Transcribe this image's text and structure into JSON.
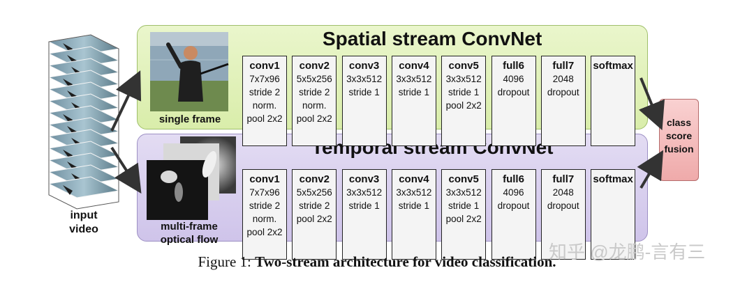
{
  "video": {
    "label_line1": "input",
    "label_line2": "video"
  },
  "spatial": {
    "title": "Spatial stream ConvNet",
    "caption": "single frame",
    "layers": [
      {
        "name": "conv1",
        "lines": [
          "7x7x96",
          "stride 2",
          "norm.",
          "pool 2x2"
        ]
      },
      {
        "name": "conv2",
        "lines": [
          "5x5x256",
          "stride 2",
          "norm.",
          "pool 2x2"
        ]
      },
      {
        "name": "conv3",
        "lines": [
          "3x3x512",
          "stride 1"
        ]
      },
      {
        "name": "conv4",
        "lines": [
          "3x3x512",
          "stride 1"
        ]
      },
      {
        "name": "conv5",
        "lines": [
          "3x3x512",
          "stride 1",
          "pool 2x2"
        ]
      },
      {
        "name": "full6",
        "lines": [
          "4096",
          "dropout"
        ]
      },
      {
        "name": "full7",
        "lines": [
          "2048",
          "dropout"
        ]
      },
      {
        "name": "softmax",
        "lines": []
      }
    ]
  },
  "temporal": {
    "title": "Temporal stream ConvNet",
    "caption_line1": "multi-frame",
    "caption_line2": "optical flow",
    "layers": [
      {
        "name": "conv1",
        "lines": [
          "7x7x96",
          "stride 2",
          "norm.",
          "pool 2x2"
        ]
      },
      {
        "name": "conv2",
        "lines": [
          "5x5x256",
          "stride 2",
          "pool 2x2"
        ]
      },
      {
        "name": "conv3",
        "lines": [
          "3x3x512",
          "stride 1"
        ]
      },
      {
        "name": "conv4",
        "lines": [
          "3x3x512",
          "stride 1"
        ]
      },
      {
        "name": "conv5",
        "lines": [
          "3x3x512",
          "stride 1",
          "pool 2x2"
        ]
      },
      {
        "name": "full6",
        "lines": [
          "4096",
          "dropout"
        ]
      },
      {
        "name": "full7",
        "lines": [
          "2048",
          "dropout"
        ]
      },
      {
        "name": "softmax",
        "lines": []
      }
    ]
  },
  "fusion": {
    "line1": "class",
    "line2": "score",
    "line3": "fusion"
  },
  "figure": {
    "label": "Figure 1: ",
    "title": "Two-stream architecture for video classification."
  },
  "watermark": "知乎 @龙鹏-言有三"
}
